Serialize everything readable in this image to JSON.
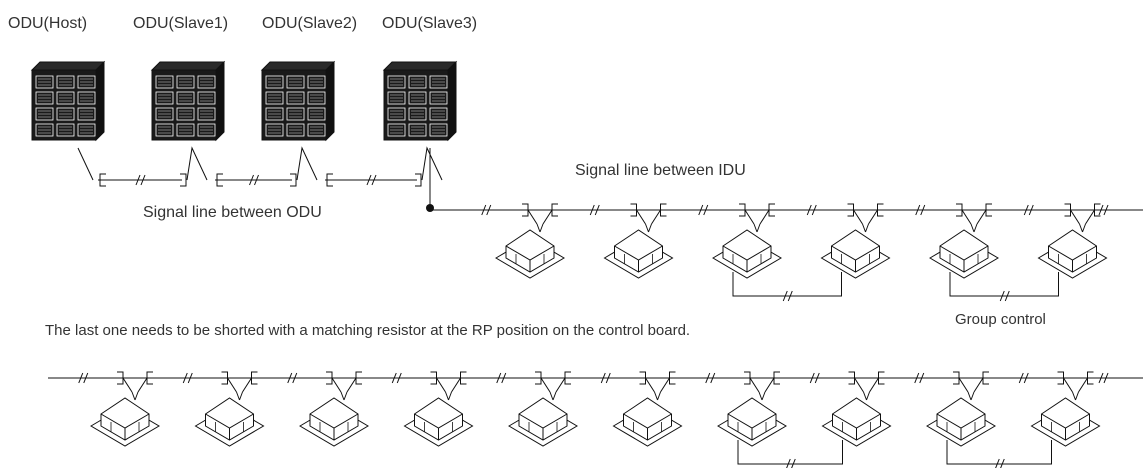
{
  "odu_units": [
    {
      "label": "ODU(Host)"
    },
    {
      "label": "ODU(Slave1)"
    },
    {
      "label": "ODU(Slave2)"
    },
    {
      "label": "ODU(Slave3)"
    }
  ],
  "labels": {
    "odu_signal": "Signal line between ODU",
    "idu_signal": "Signal line between IDU",
    "note": "The last one needs to be shorted with a matching resistor at the RP position on the control board.",
    "group_control": "Group control"
  },
  "idu_rows": [
    {
      "units": 6,
      "group_pairs": [
        [
          2,
          3
        ],
        [
          4,
          5
        ]
      ]
    },
    {
      "units": 10,
      "group_pairs": [
        [
          6,
          7
        ],
        [
          8,
          9
        ]
      ]
    }
  ],
  "colors": {
    "line": "#111111",
    "text": "#333333",
    "odu_body": "#1a1a1a"
  }
}
